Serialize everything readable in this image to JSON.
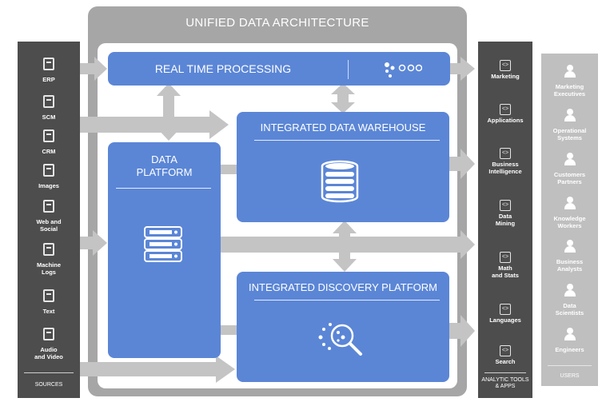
{
  "architecture": {
    "title": "UNIFIED DATA ARCHITECTURE"
  },
  "real_time": {
    "title": "REAL TIME PROCESSING",
    "icon": "stream-dots-icon"
  },
  "data_platform": {
    "title": "DATA\nPLATFORM",
    "icon": "server-stack-icon"
  },
  "warehouse": {
    "title": "INTEGRATED DATA WAREHOUSE",
    "icon": "database-icon"
  },
  "discovery": {
    "title": "INTEGRATED DISCOVERY PLATFORM",
    "icon": "magnifier-dots-icon"
  },
  "sources": {
    "footer": "SOURCES",
    "items": [
      {
        "label": "ERP",
        "icon": "erp-icon"
      },
      {
        "label": "SCM",
        "icon": "scm-icon"
      },
      {
        "label": "CRM",
        "icon": "crm-icon"
      },
      {
        "label": "Images",
        "icon": "image-icon"
      },
      {
        "label": "Web and\nSocial",
        "icon": "facebook-icon"
      },
      {
        "label": "Machine\nLogs",
        "icon": "log-icon"
      },
      {
        "label": "Text",
        "icon": "text-icon"
      },
      {
        "label": "Audio\nand Video",
        "icon": "video-icon"
      }
    ]
  },
  "tools": {
    "footer": "ANALYTIC TOOLS\n& APPS",
    "items": [
      {
        "label": "Marketing"
      },
      {
        "label": "Applications"
      },
      {
        "label": "Business\nIntelligence"
      },
      {
        "label": "Data\nMining"
      },
      {
        "label": "Math\nand Stats"
      },
      {
        "label": "Languages"
      },
      {
        "label": "Search"
      }
    ]
  },
  "users": {
    "footer": "USERS",
    "items": [
      {
        "label": "Marketing\nExecutives"
      },
      {
        "label": "Operational\nSystems"
      },
      {
        "label": "Customers\nPartners"
      },
      {
        "label": "Knowledge\nWorkers"
      },
      {
        "label": "Business\nAnalysts"
      },
      {
        "label": "Data\nScientists"
      },
      {
        "label": "Engineers"
      }
    ]
  }
}
